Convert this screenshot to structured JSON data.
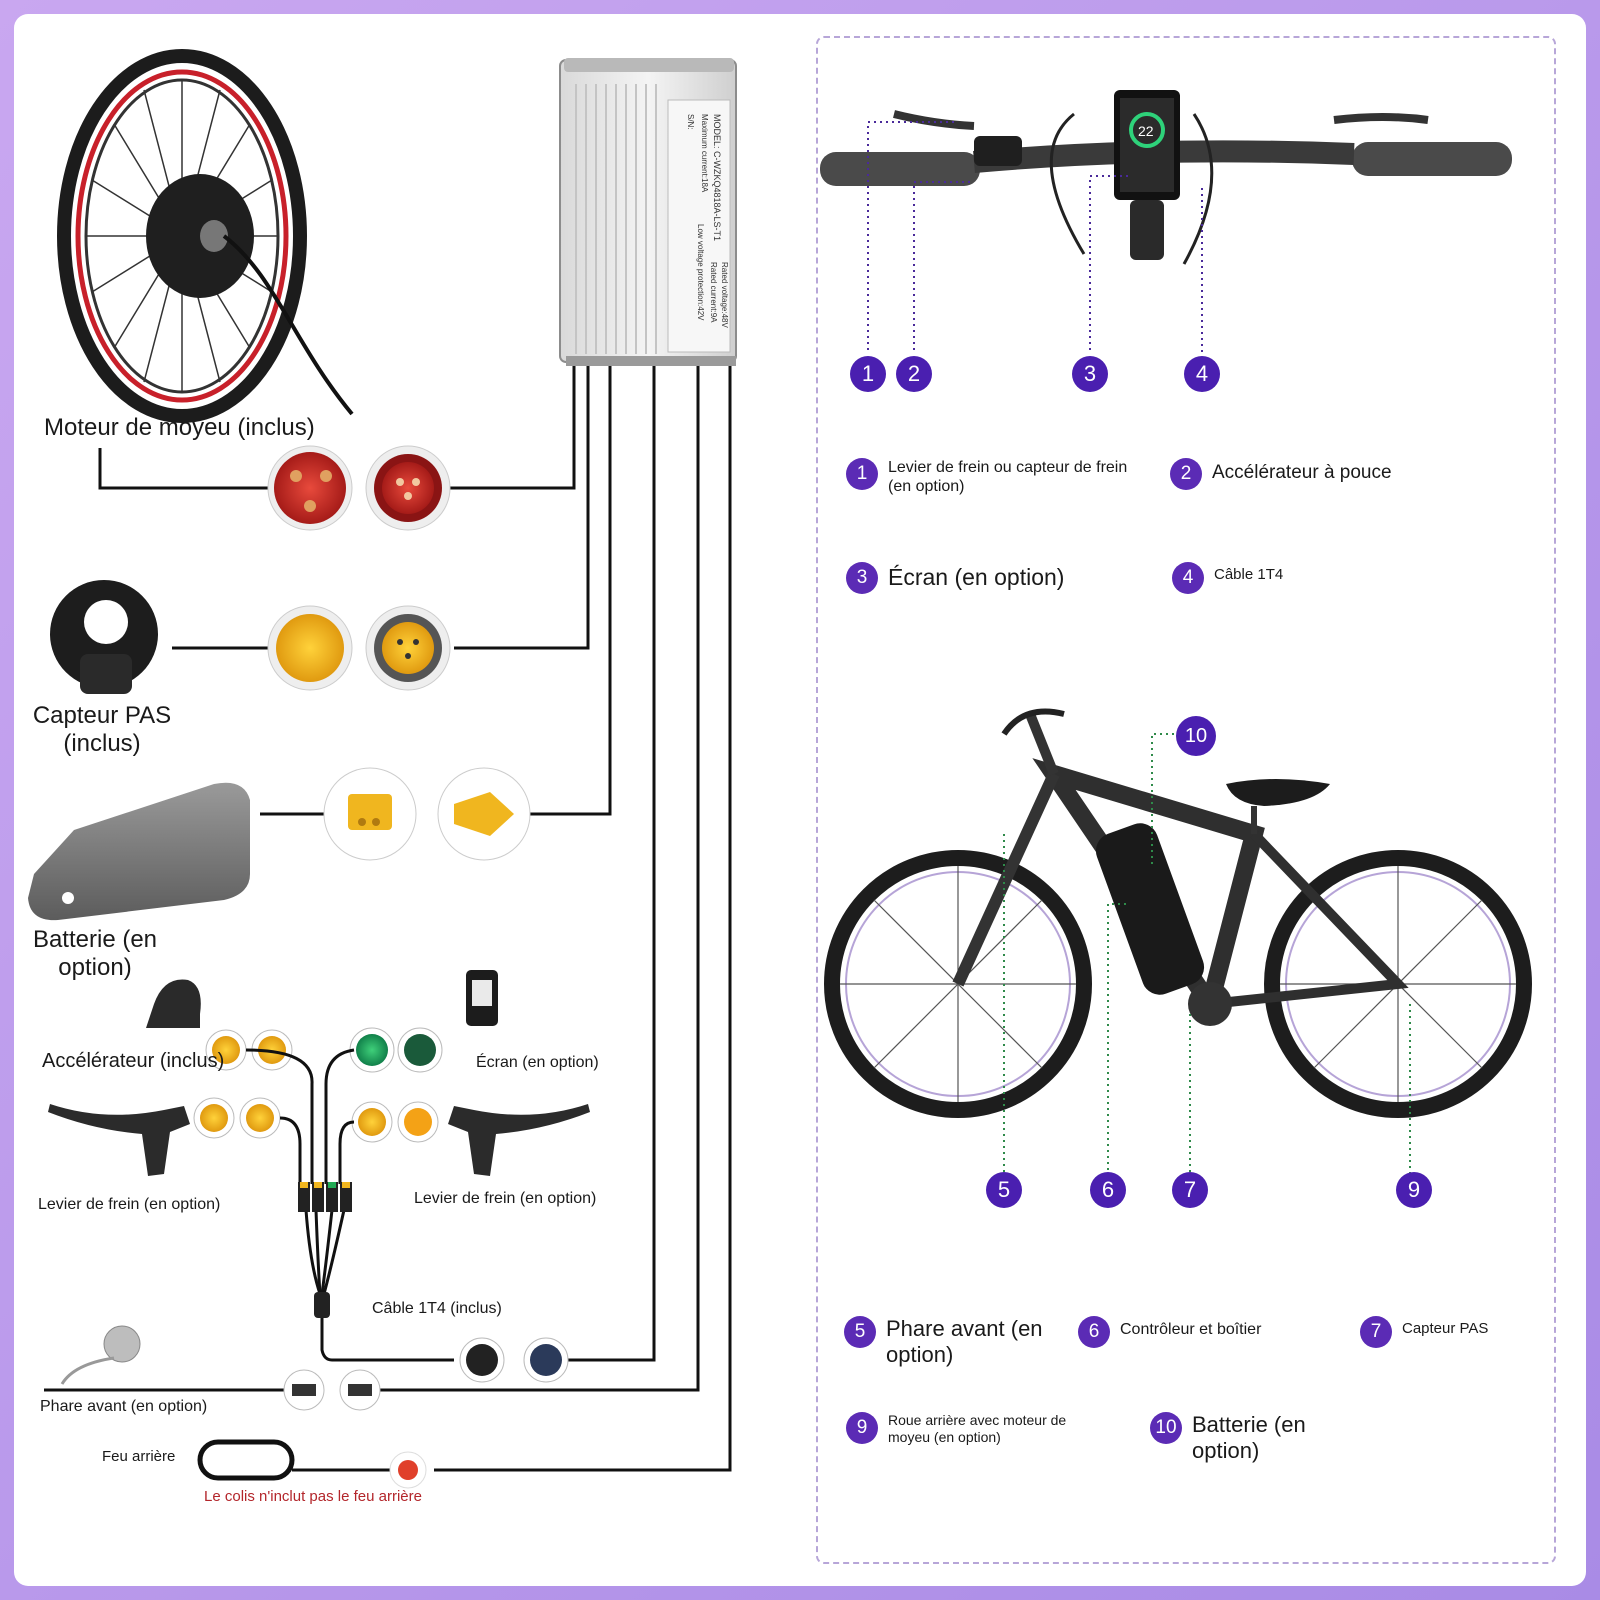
{
  "colors": {
    "accent": "#5b2bb5",
    "note": "#b3262b"
  },
  "controller": {
    "model": "MODEL: C-WZKQ4818A-LS-T1",
    "max_current": "Maximum current:18A",
    "sn": "S/N:",
    "rated_voltage": "Rated voltage:48V",
    "rated_current": "Rated current:9A",
    "low_voltage": "Low voltage protection:42V"
  },
  "left": {
    "hub_motor": "Moteur de moyeu (inclus)",
    "pas_sensor": "Capteur PAS (inclus)",
    "battery": "Batterie (en option)",
    "throttle": "Accélérateur (inclus)",
    "display": "Écran (en option)",
    "brake_left": "Levier de frein (en option)",
    "brake_right": "Levier de frein (en option)",
    "cable": "Câble 1T4 (inclus)",
    "headlight": "Phare avant (en option)",
    "taillight": "Feu arrière",
    "note": "Le colis n'inclut pas le feu arrière"
  },
  "top_callouts": [
    "1",
    "2",
    "3",
    "4"
  ],
  "legend_top": [
    {
      "num": "1",
      "text": "Levier de frein ou capteur de frein (en option)"
    },
    {
      "num": "2",
      "text": "Accélérateur à pouce"
    },
    {
      "num": "3",
      "text": "Écran (en option)"
    },
    {
      "num": "4",
      "text": "Câble 1T4"
    }
  ],
  "bike_callouts": [
    "5",
    "6",
    "7",
    "9",
    "10"
  ],
  "legend_bottom": [
    {
      "num": "5",
      "text": "Phare avant (en option)"
    },
    {
      "num": "6",
      "text": "Contrôleur et boîtier"
    },
    {
      "num": "7",
      "text": "Capteur PAS"
    },
    {
      "num": "9",
      "text": "Roue arrière avec moteur de moyeu (en option)"
    },
    {
      "num": "10",
      "text": "Batterie (en option)"
    }
  ],
  "display_reading": "22"
}
